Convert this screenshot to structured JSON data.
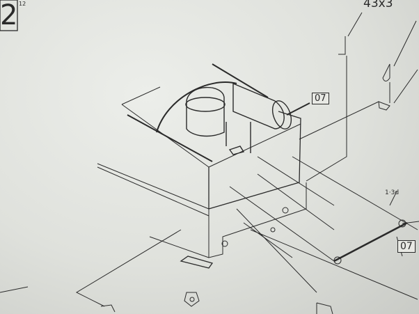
{
  "page_number": {
    "main": "2",
    "superscript": "12"
  },
  "callouts": {
    "screw_spec": "43x3",
    "part_ref_top": "07",
    "part_ref_right": "07",
    "diameter_label": "1·3d"
  }
}
